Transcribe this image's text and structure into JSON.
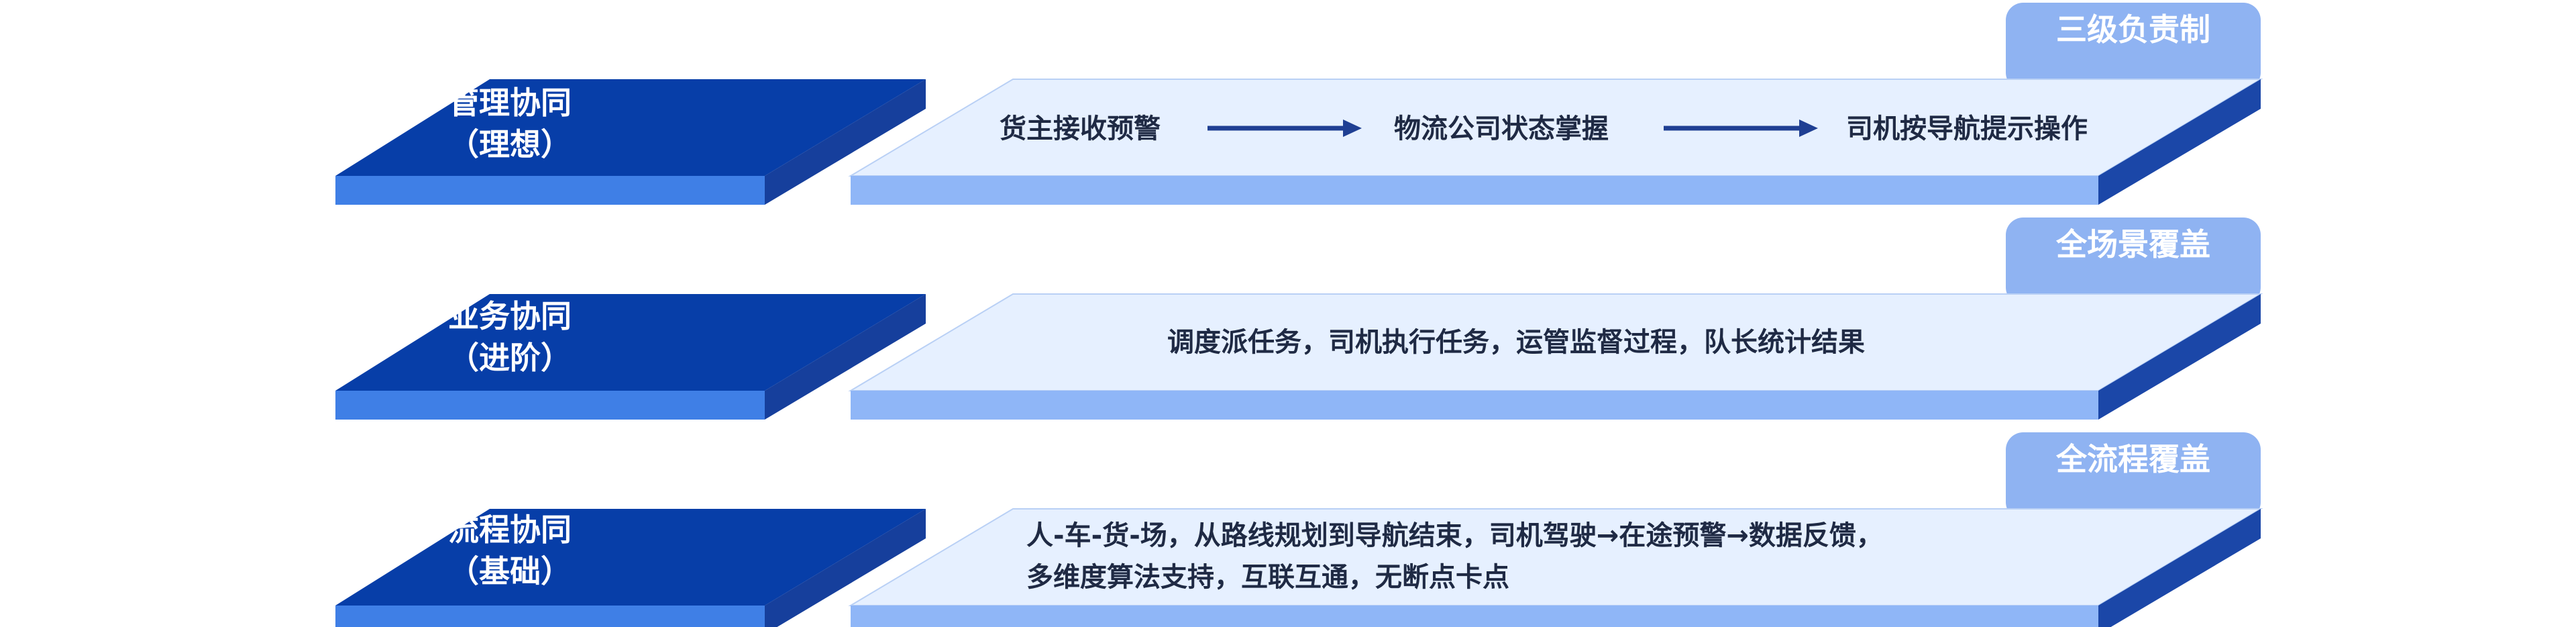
{
  "colors": {
    "left_top": "#073ea8",
    "left_front": "#3f7fe6",
    "left_side": "#163f9c",
    "right_top": "#e6f0ff",
    "right_top_stroke": "#b9d0f5",
    "right_front": "#8fb6f7",
    "right_side": "#1b47a8",
    "tag": "#8fb3f2",
    "arrow": "#1f3f93",
    "text_dark": "#1f2a44"
  },
  "rows": [
    {
      "label_line1": "管理协同",
      "label_line2": "（理想）",
      "tag": "三级负责制",
      "steps": [
        "货主接收预警",
        "物流公司状态掌握",
        "司机按导航提示操作"
      ]
    },
    {
      "label_line1": "业务协同",
      "label_line2": "（进阶）",
      "tag": "全场景覆盖",
      "text": "调度派任务，司机执行任务，运管监督过程，队长统计结果"
    },
    {
      "label_line1": "流程协同",
      "label_line2": "（基础）",
      "tag": "全流程覆盖",
      "text_line1": "人-车-货-场，从路线规划到导航结束，司机驾驶→在途预警→数据反馈，",
      "text_line2": "多维度算法支持，互联互通，无断点卡点"
    }
  ]
}
